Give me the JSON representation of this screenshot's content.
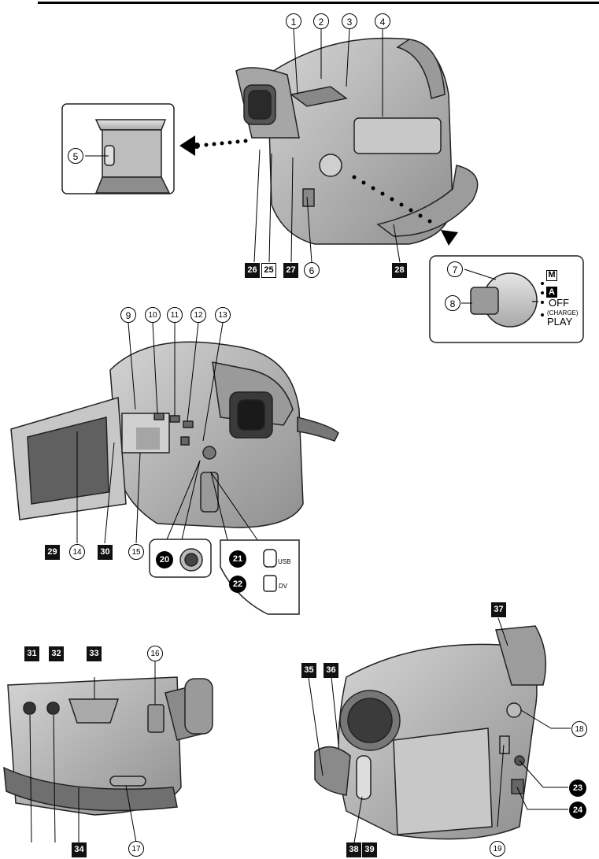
{
  "callouts_circle": [
    "1",
    "2",
    "3",
    "4",
    "5",
    "6",
    "7",
    "8",
    "9",
    "10",
    "11",
    "12",
    "13",
    "14",
    "15",
    "16",
    "17",
    "18",
    "19"
  ],
  "callouts_box": [
    "25",
    "26",
    "27",
    "28",
    "29",
    "30",
    "31",
    "32",
    "33",
    "34",
    "35",
    "36",
    "37",
    "38",
    "39"
  ],
  "callouts_dot": [
    "20",
    "21",
    "22",
    "23",
    "24"
  ],
  "mode_dial": {
    "m_label": "M",
    "a_label": "A",
    "off_label": "OFF",
    "charge_label": "(CHARGE)",
    "play_label": "PLAY"
  },
  "connectors": {
    "usb_label": "USB",
    "dv_label": "DV"
  },
  "colors": {
    "ink": "#000000",
    "body_gray": "#b5b5b5",
    "dark_gray": "#555555"
  }
}
